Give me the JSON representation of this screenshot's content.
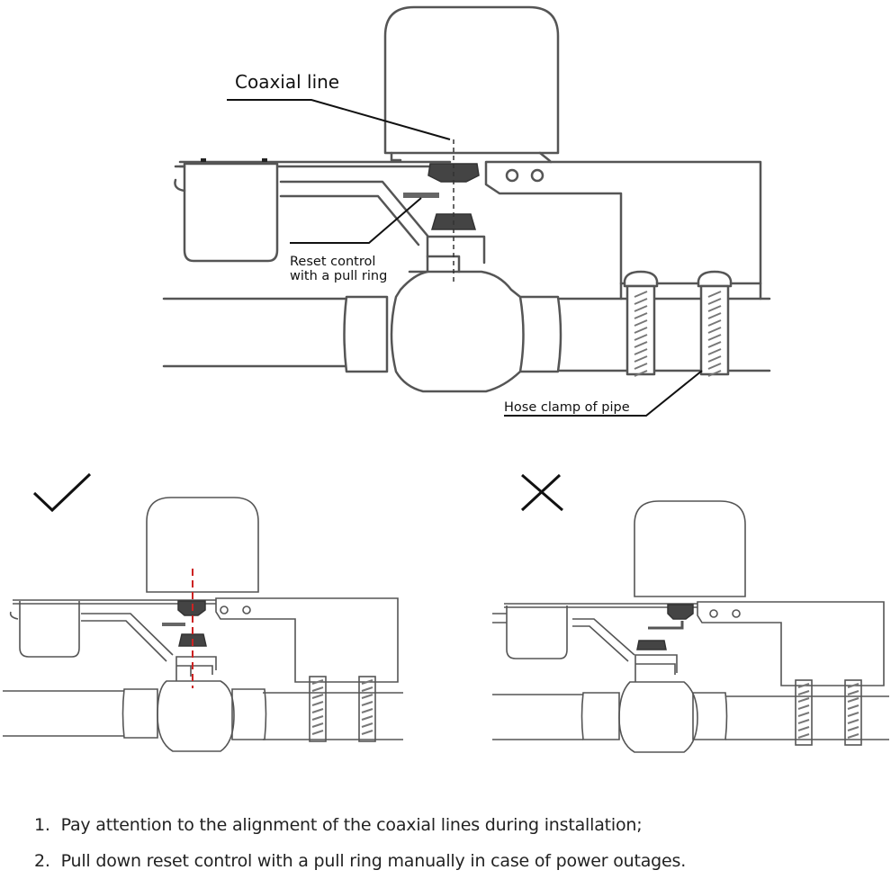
{
  "diagram": {
    "main": {
      "labels": {
        "coaxial_line": "Coaxial line",
        "reset_control_line1": "Reset control",
        "reset_control_line2": "with a pull ring",
        "hose_clamp": "Hose clamp of pipe"
      }
    },
    "correct_example": {
      "marker_icon": "checkmark-icon",
      "alignment_line_color": "#cc2222"
    },
    "incorrect_example": {
      "marker_icon": "x-mark-icon"
    }
  },
  "instructions": [
    {
      "number": "1.",
      "text": "Pay attention to the alignment of the coaxial lines during installation;"
    },
    {
      "number": "2.",
      "text": "Pull down reset control with a pull ring manually in case of power outages."
    }
  ]
}
